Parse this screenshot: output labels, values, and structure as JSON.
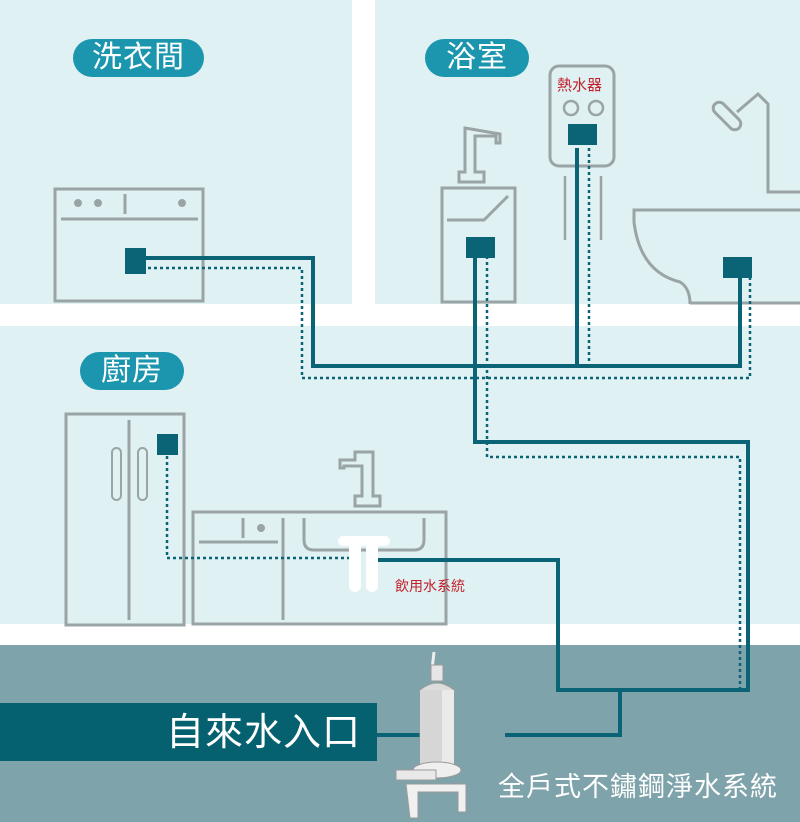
{
  "rooms": {
    "laundry": {
      "label": "洗衣間"
    },
    "bathroom": {
      "label": "浴室"
    },
    "kitchen": {
      "label": "廚房"
    }
  },
  "appliances": {
    "water_heater": {
      "label": "熱水器"
    },
    "drinking_system": {
      "label": "飲用水系統"
    }
  },
  "intake": {
    "label": "自來水入口"
  },
  "product": {
    "caption": "全戶式不鏽鋼淨水系統"
  },
  "colors": {
    "room_bg": "#dff1f2",
    "floor_bg": "#7fa3aa",
    "label_pill": "#1b96ae",
    "pipe": "#0b6475",
    "outline": "#9aa4a6",
    "accent_red": "#c3202a"
  },
  "legend_semantics": {
    "solid_pipe": "filtered supply line",
    "dotted_pipe": "secondary line"
  }
}
